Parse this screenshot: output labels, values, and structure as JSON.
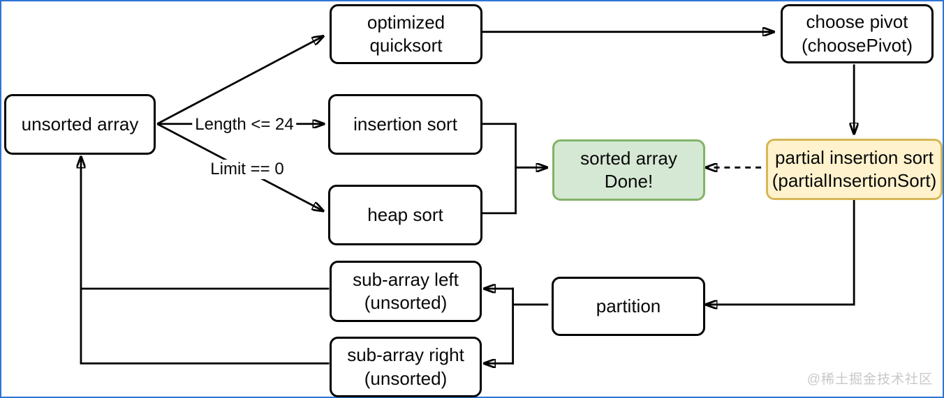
{
  "diagram": {
    "type": "flowchart",
    "title_implicit": "optimized quicksort algorithm flow",
    "nodes": {
      "unsorted_array": "unsorted array",
      "optimized_quicksort": "optimized\nquicksort",
      "insertion_sort": "insertion sort",
      "heap_sort": "heap sort",
      "sorted_array": "sorted array\nDone!",
      "choose_pivot": "choose pivot\n(choosePivot)",
      "partial_insertion_sort": "partial insertion sort\n(partialInsertionSort)",
      "partition": "partition",
      "sub_array_left": "sub-array left\n(unsorted)",
      "sub_array_right": "sub-array right\n(unsorted)"
    },
    "edge_labels": {
      "length": "Length <= 24",
      "limit": "Limit == 0"
    },
    "colors": {
      "node_fill": "#ffffff",
      "node_border": "#000000",
      "done_fill": "#d5e8d4",
      "done_border": "#82b366",
      "highlight_fill": "#fff2cc",
      "highlight_border": "#d6b656",
      "frame_border": "#2e75d4",
      "watermark_text": "#c8c8c8"
    }
  },
  "watermark": "@稀土掘金技术社区"
}
